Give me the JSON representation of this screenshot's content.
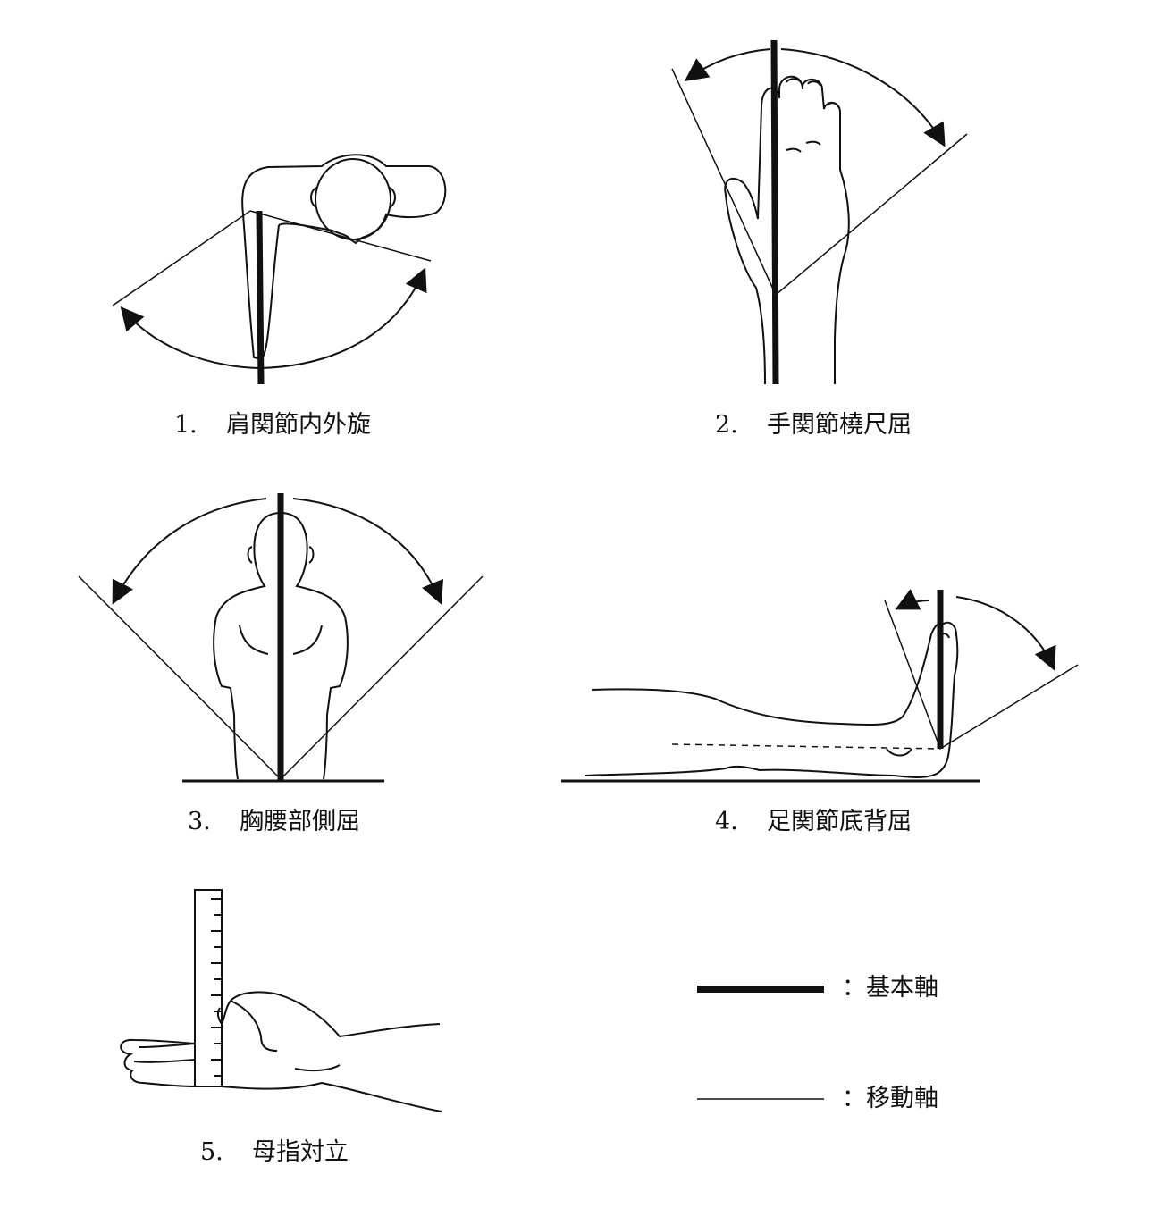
{
  "figures": [
    {
      "number": "1.",
      "label": "肩関節内外旋"
    },
    {
      "number": "2.",
      "label": "手関節橈尺屈"
    },
    {
      "number": "3.",
      "label": "胸腰部側屈"
    },
    {
      "number": "4.",
      "label": "足関節底背屈"
    },
    {
      "number": "5.",
      "label": "母指対立"
    }
  ],
  "legend": {
    "basic_axis": "：基本軸",
    "moving_axis": "：移動軸"
  },
  "colors": {
    "ink": "#111111",
    "background": "#ffffff"
  }
}
